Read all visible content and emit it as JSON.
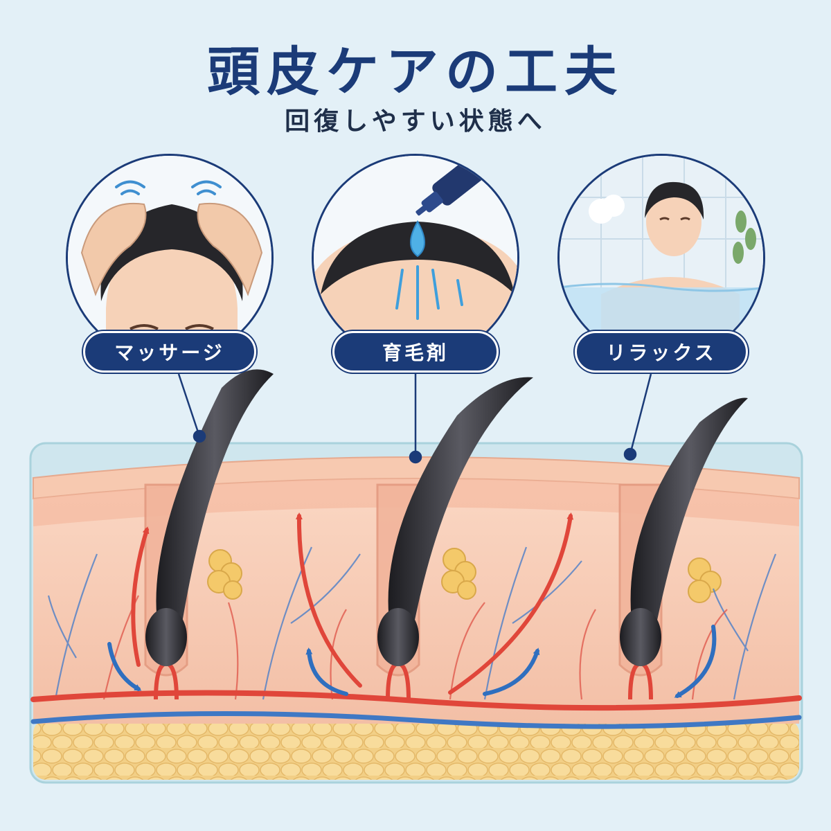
{
  "header": {
    "title": "頭皮ケアの工夫",
    "subtitle": "回復しやすい状態へ"
  },
  "methods": [
    {
      "label": "マッサージ",
      "icon": "scalp-massage-icon"
    },
    {
      "label": "育毛剤",
      "icon": "hair-tonic-drop-icon"
    },
    {
      "label": "リラックス",
      "icon": "bath-relaxation-icon"
    }
  ],
  "colors": {
    "navy": "#1b3b78",
    "background": "#e3f0f7",
    "skin": "#f6c6ae",
    "artery": "#e0463a",
    "vein": "#3f78c4",
    "fat": "#f5d48c",
    "hair": "#2a2a2e"
  }
}
